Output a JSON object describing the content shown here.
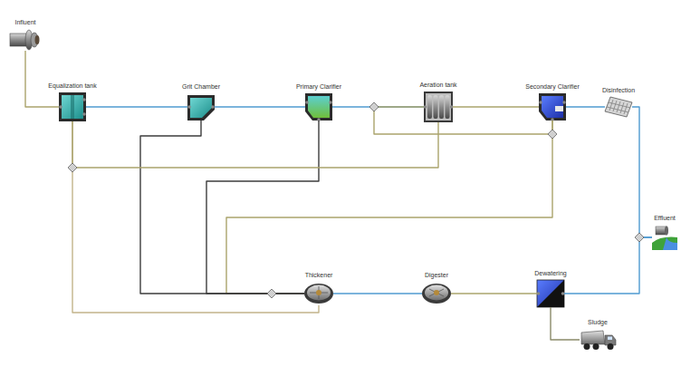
{
  "diagram": {
    "nodes": [
      {
        "text": [
          "Influent"
        ]
      },
      {
        "text": [
          "Equalization tank"
        ]
      },
      {
        "text": [
          "Grit Chamber"
        ]
      },
      {
        "text": [
          "Primary Clarifier"
        ]
      },
      {
        "text": [
          "Aeration tank"
        ]
      },
      {
        "text": [
          "Secondary Clarifier"
        ]
      },
      {
        "text": [
          "Disinfection"
        ]
      },
      {
        "text": [
          "Effluent"
        ]
      },
      {
        "text": [
          "Thickener"
        ]
      },
      {
        "text": [
          "Digester"
        ]
      },
      {
        "text": [
          "Dewatering"
        ]
      },
      {
        "text": [
          "Sludge"
        ]
      }
    ],
    "edges": [
      {
        "from": 0,
        "to": 1,
        "arrow": "none"
      },
      {
        "from": 1,
        "to": 2,
        "arrow": "none"
      },
      {
        "from": 2,
        "to": 3,
        "arrow": "none"
      },
      {
        "from": 3,
        "to": 4,
        "arrow": "none"
      },
      {
        "from": 4,
        "to": 5,
        "arrow": "none"
      },
      {
        "from": 5,
        "to": 6,
        "arrow": "none"
      },
      {
        "from": 6,
        "to": 7,
        "arrow": "none"
      },
      {
        "from": 5,
        "to": 4,
        "arrow": "none"
      },
      {
        "from": 5,
        "to": 8,
        "arrow": "none"
      },
      {
        "from": 3,
        "to": 8,
        "arrow": "none"
      },
      {
        "from": 2,
        "to": 8,
        "arrow": "none"
      },
      {
        "from": 8,
        "to": 9,
        "arrow": "none"
      },
      {
        "from": 9,
        "to": 10,
        "arrow": "none"
      },
      {
        "from": 10,
        "to": 7,
        "arrow": "none"
      },
      {
        "from": 10,
        "to": 11,
        "arrow": "none"
      },
      {
        "from": 8,
        "to": 1,
        "arrow": "none"
      },
      {
        "from": 4,
        "to": 1,
        "arrow": "none"
      }
    ]
  }
}
